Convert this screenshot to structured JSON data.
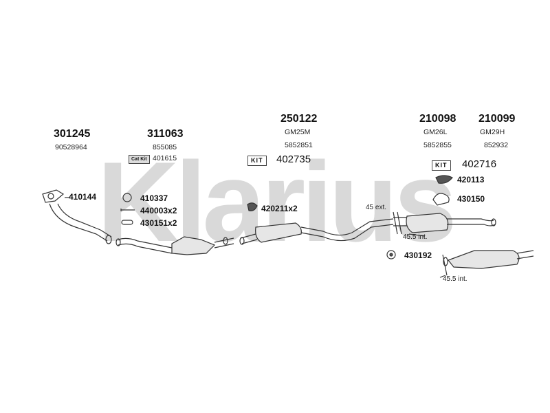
{
  "watermark": {
    "text": "Klarius",
    "color": "#d9d9d9"
  },
  "groups": [
    {
      "code": "301245",
      "ref": "90528964"
    },
    {
      "code": "311063",
      "ref": "855085"
    },
    {
      "code": "250122",
      "model": "GM25M",
      "ref": "5852851"
    },
    {
      "code": "210098",
      "model": "GM26L",
      "ref": "5852855"
    },
    {
      "code": "210099",
      "model": "GM29H",
      "ref": "852932"
    }
  ],
  "kits": [
    {
      "box": "Cat Kit",
      "number": "401615"
    },
    {
      "box": "KIT",
      "number": "402735"
    },
    {
      "box": "KIT",
      "number": "402716"
    }
  ],
  "parts": {
    "gasket": "410144",
    "ring": "410337",
    "bolt": "440003x2",
    "clamp": "430151x2",
    "mount_center": "420211x2",
    "mount_rear": "420113",
    "bracket_rear": "430150",
    "mount_lower": "430192"
  },
  "notes": {
    "ext": "45 ext.",
    "int_upper": "45.5 int.",
    "int_lower": "45.5 int."
  }
}
